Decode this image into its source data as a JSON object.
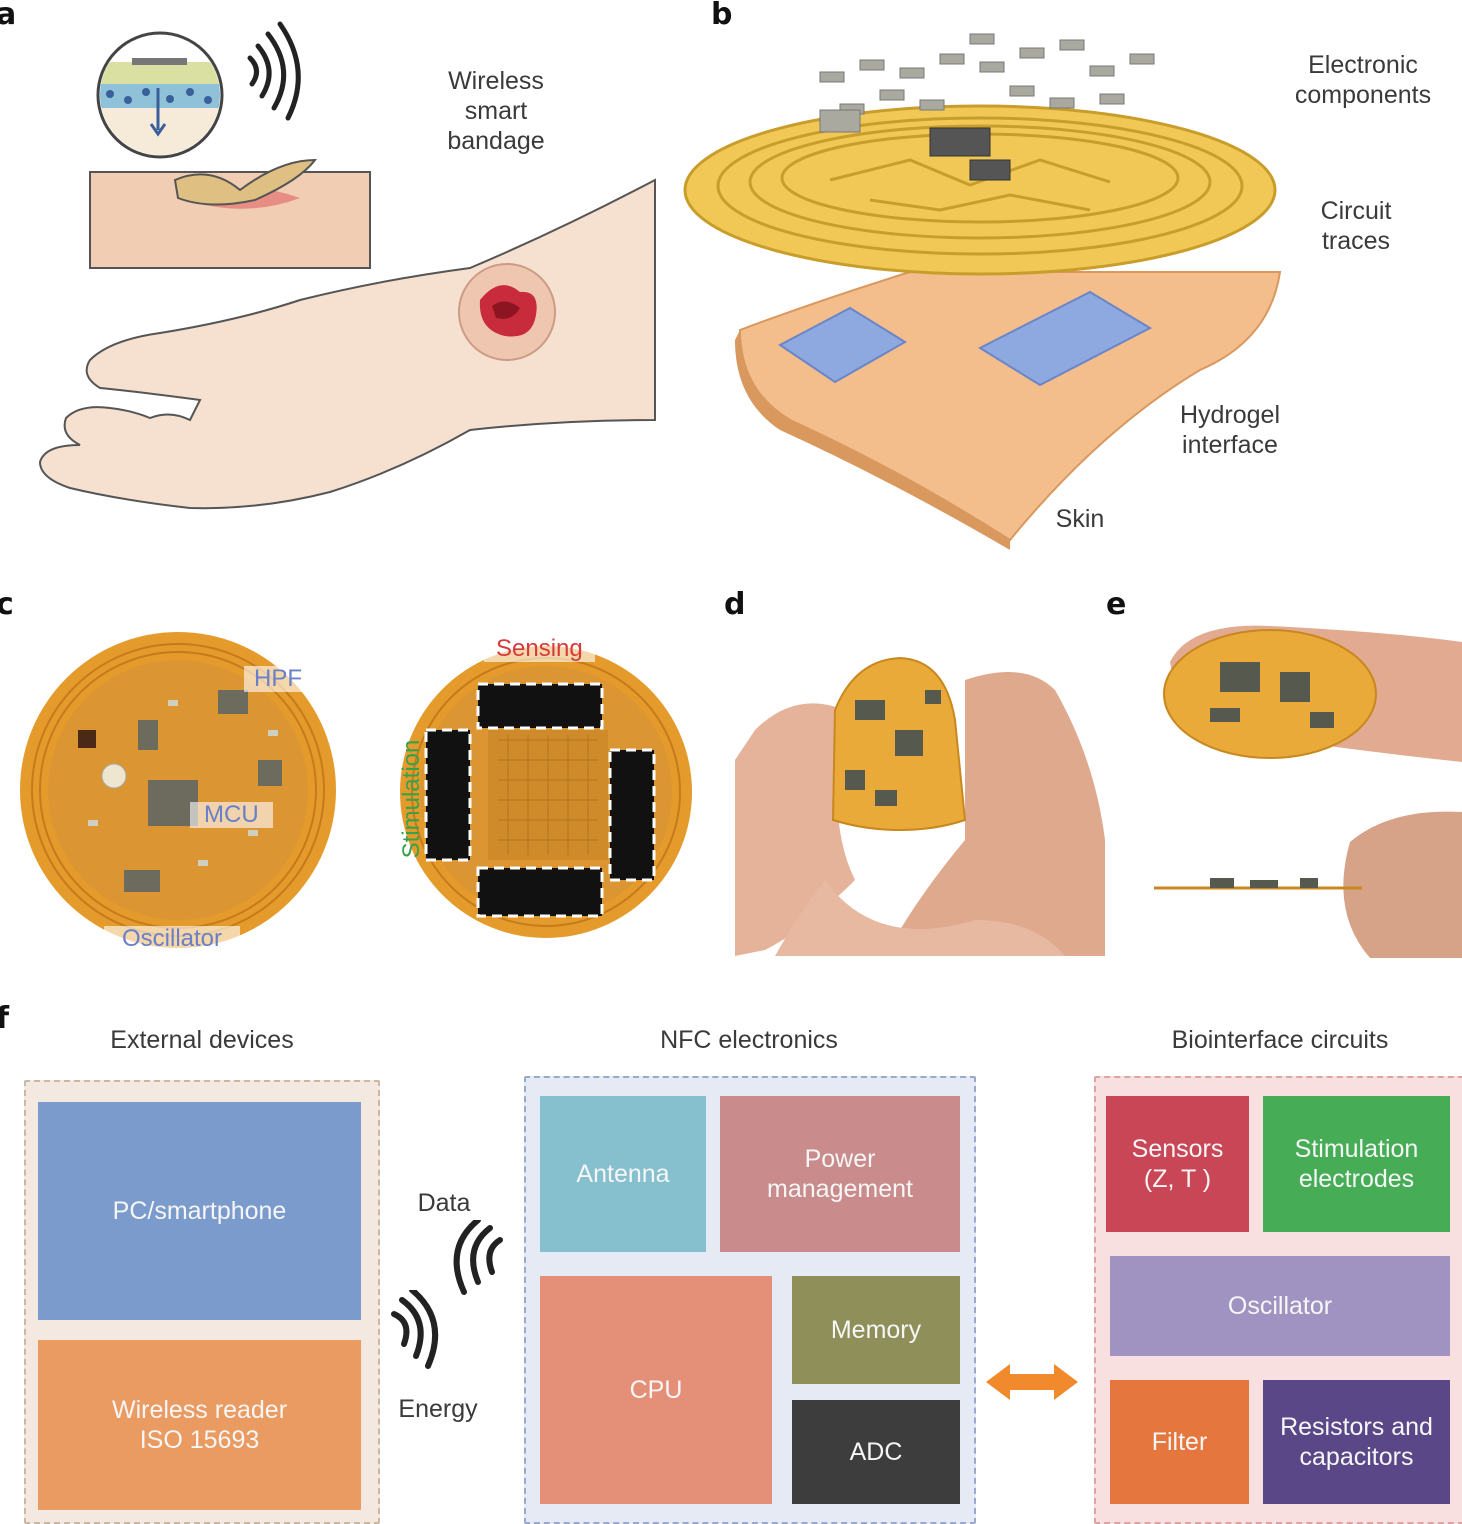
{
  "panels": {
    "a": {
      "letter": "a",
      "label": "Wireless\nsmart\nbandage"
    },
    "b": {
      "letter": "b",
      "labels": {
        "components": "Electronic\ncomponents",
        "traces": "Circuit\ntraces",
        "hydrogel": "Hydrogel\ninterface",
        "skin": "Skin"
      }
    },
    "c": {
      "letter": "c",
      "labels": {
        "hpf": "HPF",
        "mcu": "MCU",
        "oscillator": "Oscillator",
        "sensing": "Sensing",
        "stimulation": "Stimulation"
      }
    },
    "d": {
      "letter": "d"
    },
    "e": {
      "letter": "e"
    },
    "f": {
      "letter": "f",
      "link_labels": {
        "data": "Data",
        "energy": "Energy"
      },
      "groups": {
        "external": {
          "title": "External devices",
          "border": "#c9b8a4",
          "fill": "#f3e9e0",
          "blocks": {
            "pc": {
              "label": "PC/smartphone",
              "color": "#7a9bcc"
            },
            "reader": {
              "label": "Wireless reader\nISO 15693",
              "color": "#ea9b62"
            }
          }
        },
        "nfc": {
          "title": "NFC electronics",
          "border": "#9aa9cf",
          "fill": "#e5eaf4",
          "blocks": {
            "antenna": {
              "label": "Antenna",
              "color": "#86c0cf"
            },
            "power": {
              "label": "Power\nmanagement",
              "color": "#c98b8b"
            },
            "cpu": {
              "label": "CPU",
              "color": "#e48f78"
            },
            "memory": {
              "label": "Memory",
              "color": "#8f8f5a"
            },
            "adc": {
              "label": "ADC",
              "color": "#3d3d3d"
            }
          }
        },
        "bio": {
          "title": "Biointerface circuits",
          "border": "#e0a3a3",
          "fill": "#f8e0e0",
          "blocks": {
            "sensors": {
              "label": "Sensors\n(Z, T )",
              "color": "#c94656"
            },
            "stim": {
              "label": "Stimulation\nelectrodes",
              "color": "#46ad56"
            },
            "osc": {
              "label": "Oscillator",
              "color": "#a193c1"
            },
            "filter": {
              "label": "Filter",
              "color": "#e5773e"
            },
            "rc": {
              "label": "Resistors and\ncapacitors",
              "color": "#5a4788"
            }
          }
        }
      },
      "arrow_color": "#f08a2c"
    }
  }
}
